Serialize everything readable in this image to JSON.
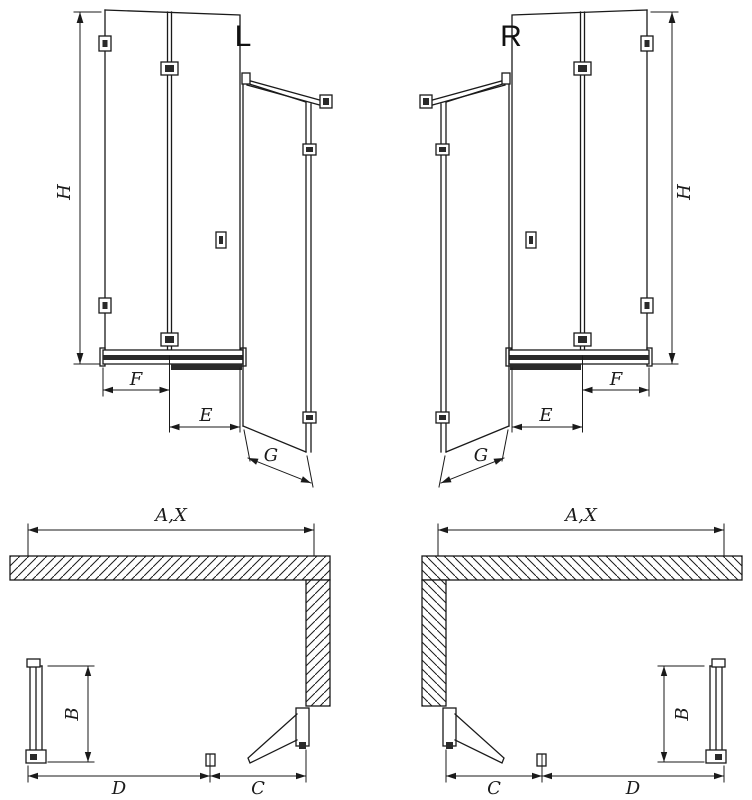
{
  "variant_labels": {
    "left": "L",
    "right": "R"
  },
  "dimension_labels": {
    "height": "H",
    "front_panel": "F",
    "door_panel": "E",
    "side_panel": "G",
    "total_width": "A,X",
    "depth": "B",
    "width_c": "C",
    "width_d": "D"
  },
  "colors": {
    "line": "#1a1a1a",
    "background": "#ffffff"
  }
}
